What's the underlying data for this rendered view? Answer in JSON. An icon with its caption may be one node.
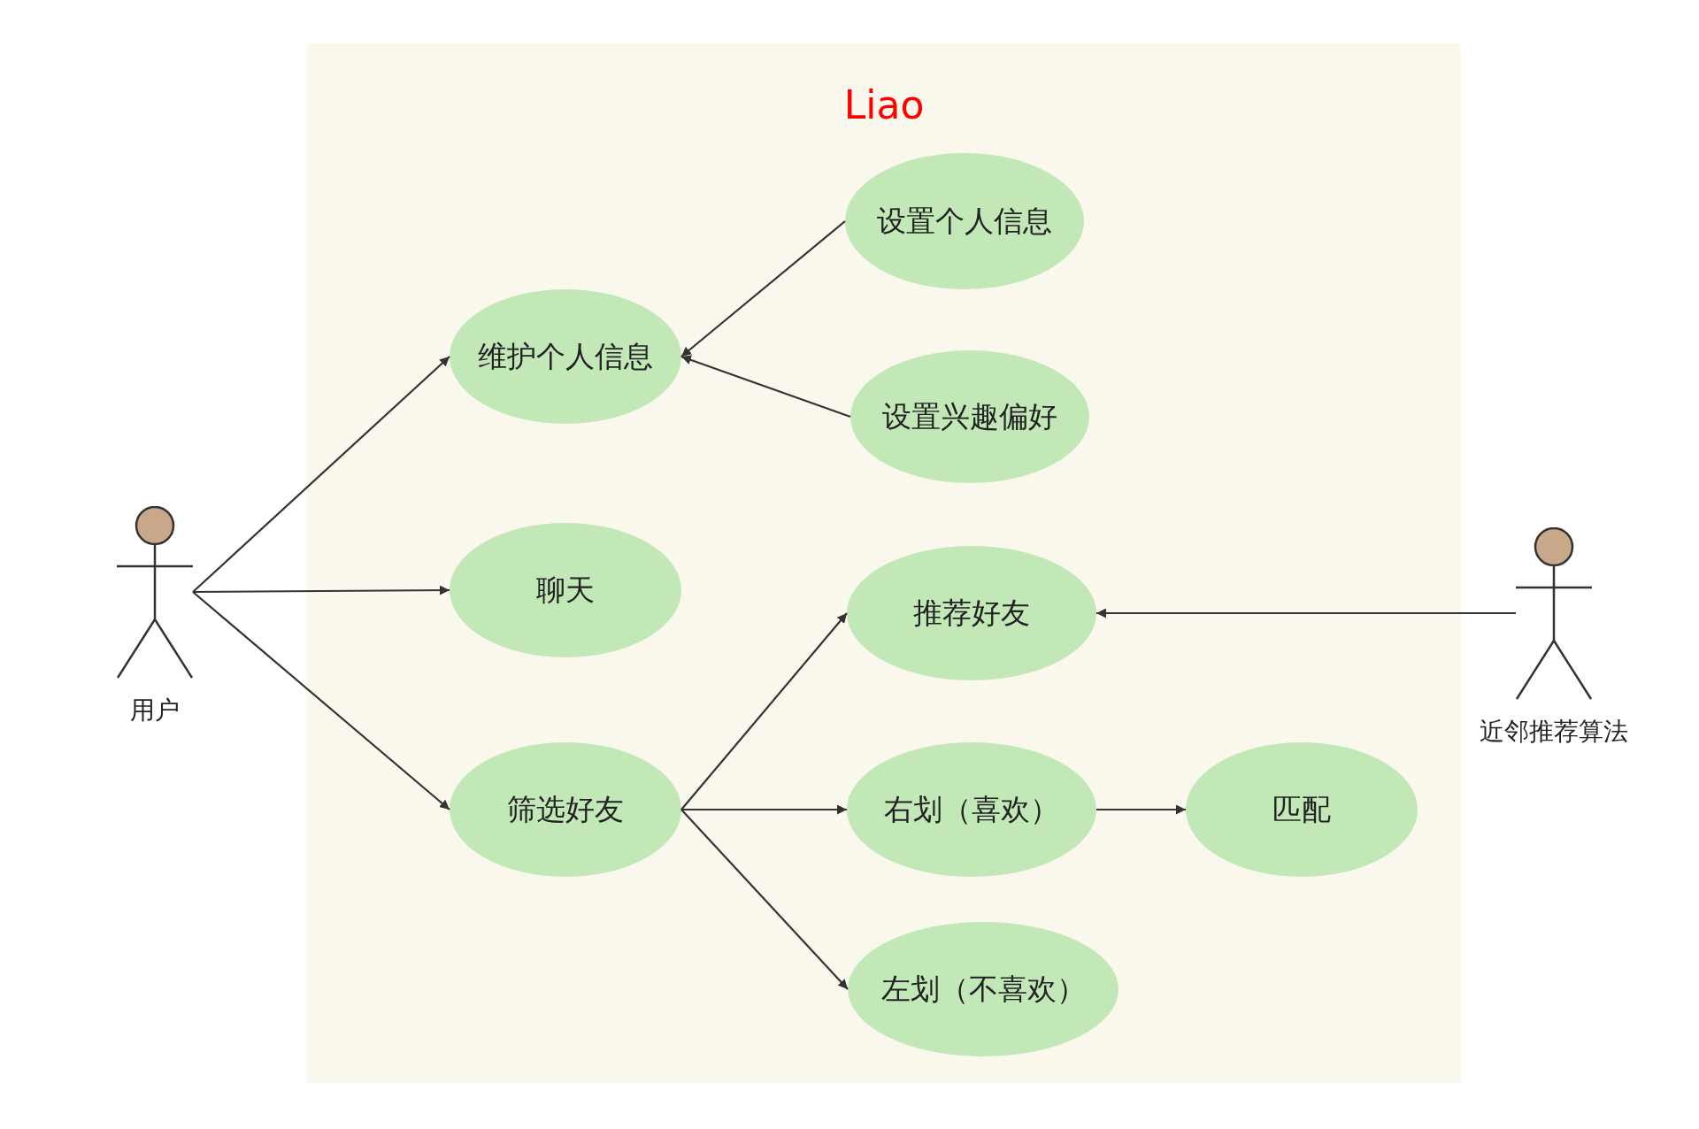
{
  "diagram": {
    "nodes": [
      {
        "text": [
          "Liao"
        ]
      },
      {
        "text": [
          "维护个人信息"
        ],
        "in": 0
      },
      {
        "text": [
          "设置个人信息"
        ],
        "in": 0
      },
      {
        "text": [
          "设置兴趣偏好"
        ],
        "in": 0
      },
      {
        "text": [
          "聊天"
        ],
        "in": 0
      },
      {
        "text": [
          "推荐好友"
        ],
        "in": 0
      },
      {
        "text": [
          "筛选好友"
        ],
        "in": 0
      },
      {
        "text": [
          "右划（喜欢）"
        ],
        "in": 0
      },
      {
        "text": [
          "匹配"
        ],
        "in": 0
      },
      {
        "text": [
          "左划（不喜欢）"
        ],
        "in": 0
      },
      {
        "text": [
          "用户"
        ]
      },
      {
        "text": [
          "近邻推荐算法"
        ]
      }
    ],
    "edges": [
      {
        "from": 10,
        "to": 1,
        "arrow": "to"
      },
      {
        "from": 10,
        "to": 4,
        "arrow": "to"
      },
      {
        "from": 10,
        "to": 6,
        "arrow": "to"
      },
      {
        "from": 2,
        "to": 1,
        "arrow": "to"
      },
      {
        "from": 3,
        "to": 1,
        "arrow": "to"
      },
      {
        "from": 6,
        "to": 5,
        "arrow": "to"
      },
      {
        "from": 6,
        "to": 7,
        "arrow": "to"
      },
      {
        "from": 6,
        "to": 9,
        "arrow": "to"
      },
      {
        "from": 7,
        "to": 8,
        "arrow": "to"
      },
      {
        "from": 11,
        "to": 5,
        "arrow": "to"
      }
    ]
  }
}
